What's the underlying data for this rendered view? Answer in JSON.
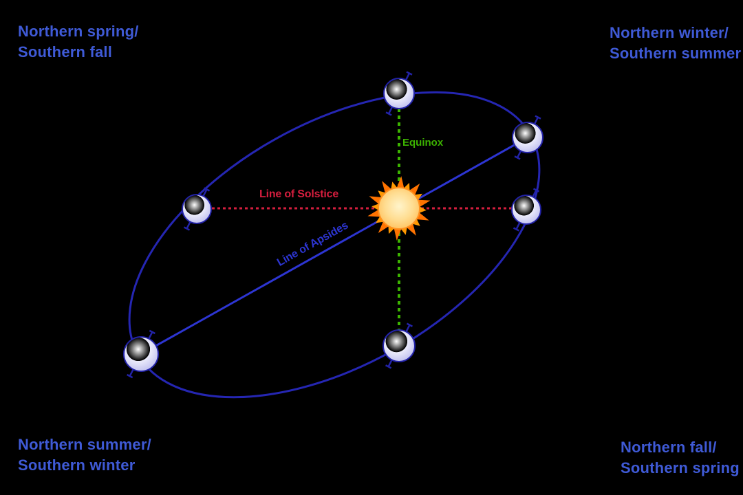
{
  "corner_labels": {
    "top_left": [
      "Northern spring/",
      "Southern fall"
    ],
    "top_right": [
      "Northern winter/",
      "Southern summer"
    ],
    "bottom_left": [
      "Northern summer/",
      "Southern winter"
    ],
    "bottom_right": [
      "Northern fall/",
      "Southern spring"
    ]
  },
  "line_labels": {
    "solstice": "Line of Solstice",
    "equinox": "Equinox",
    "apsides": "Line of Apsides"
  },
  "icons": {
    "sun": "sun-icon",
    "earth": "earth-icon"
  },
  "colors": {
    "background": "#000000",
    "label_blue": "#3f5ad6",
    "orbit_blue": "#2526b2",
    "earth_outline": "#2323a8",
    "solstice_red": "#d51e3e",
    "equinox_green": "#3cb300",
    "apsides_blue": "#2d35d2",
    "sun_outline": "#ff9323",
    "sun_ray_orange": "#ff9900",
    "sun_ray_deep": "#ff7300"
  }
}
